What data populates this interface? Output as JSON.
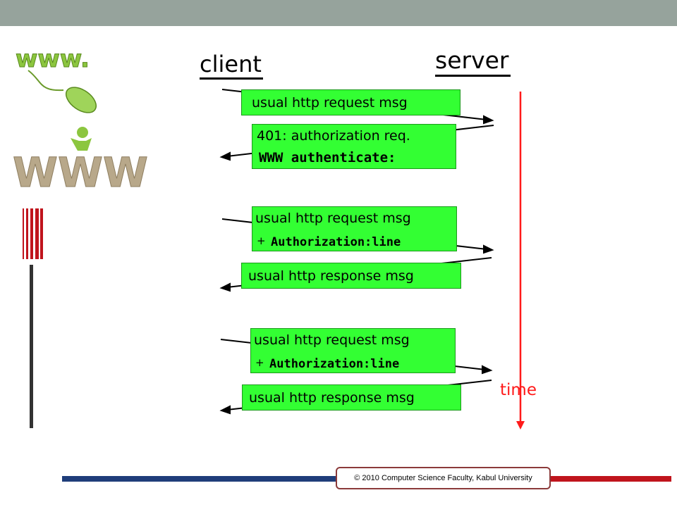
{
  "labels": {
    "client": "client",
    "server": "server",
    "time": "time"
  },
  "logo1": {
    "text": "www."
  },
  "logo2": {
    "text": "WWW"
  },
  "messages": [
    {
      "line1": "usual http request msg"
    },
    {
      "line1": "401: authorization req.",
      "line2": "WWW authenticate:"
    },
    {
      "line1": "usual http request msg",
      "line2_prefix": "+",
      "line2": "Authorization:line"
    },
    {
      "line1": "usual http response msg"
    },
    {
      "line1": "usual http request msg",
      "line2_prefix": "+",
      "line2": "Authorization:line"
    },
    {
      "line1": "usual http response msg"
    }
  ],
  "footer": {
    "copyright": "© 2010 Computer Science Faculty, Kabul University"
  },
  "colors": {
    "box_fill": "#33ff33",
    "time_axis": "#ff1a1a",
    "top_bar": "#96a39c",
    "footer_blue": "#1f3d7a",
    "footer_red": "#c0141c"
  }
}
